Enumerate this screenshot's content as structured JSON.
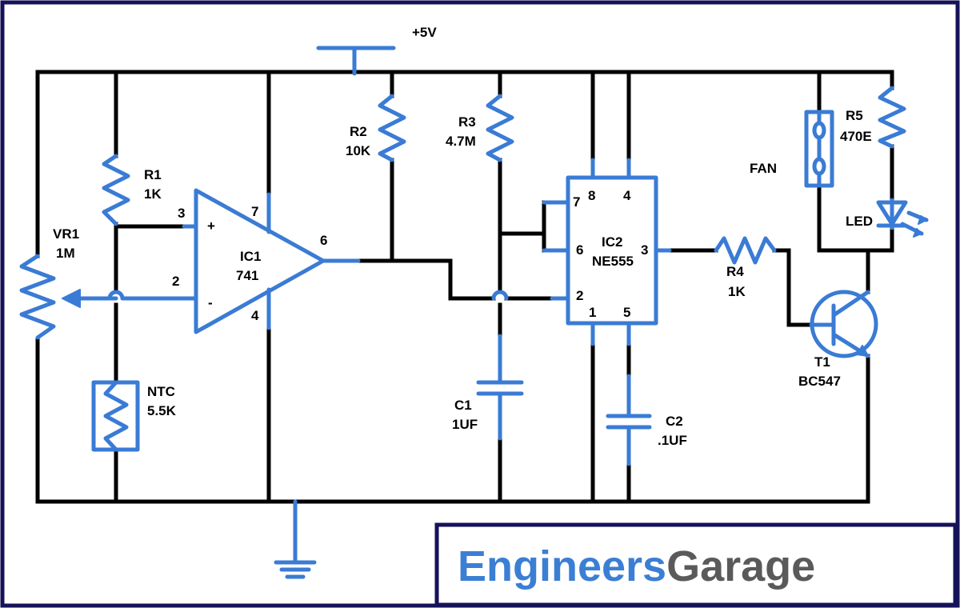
{
  "colors": {
    "wire": "#000000",
    "component": "#3a7bd5",
    "frame": "#15125a",
    "brand_blue": "#3b7fd4",
    "brand_gray": "#5a5a5a"
  },
  "labels": {
    "supply": "+5V",
    "vr1_name": "VR1",
    "vr1_value": "1M",
    "r1_name": "R1",
    "r1_value": "1K",
    "r2_name": "R2",
    "r2_value": "10K",
    "r3_name": "R3",
    "r3_value": "4.7M",
    "r4_name": "R4",
    "r4_value": "1K",
    "r5_name": "R5",
    "r5_value": "470E",
    "ntc_name": "NTC",
    "ntc_value": "5.5K",
    "ic1_name": "IC1",
    "ic1_value": "741",
    "ic1_pin_plus": "+",
    "ic1_pin_minus": "-",
    "ic1_pin3": "3",
    "ic1_pin2": "2",
    "ic1_pin7": "7",
    "ic1_pin4": "4",
    "ic1_pin6": "6",
    "ic2_name": "IC2",
    "ic2_value": "NE555",
    "ic2_pin7": "7",
    "ic2_pin8": "8",
    "ic2_pin4": "4",
    "ic2_pin6": "6",
    "ic2_pin2": "2",
    "ic2_pin3": "3",
    "ic2_pin1": "1",
    "ic2_pin5": "5",
    "c1_name": "C1",
    "c1_value": "1UF",
    "c2_name": "C2",
    "c2_value": ".1UF",
    "fan": "FAN",
    "led": "LED",
    "t1_name": "T1",
    "t1_value": "BC547"
  },
  "brand": {
    "part1": "Engineers",
    "part2": "Garage"
  }
}
